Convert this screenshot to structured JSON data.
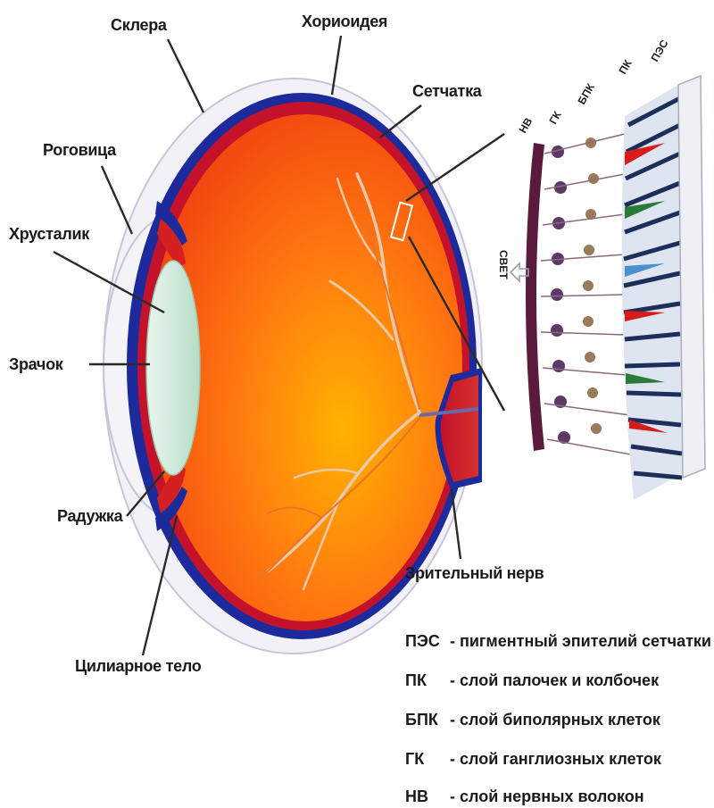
{
  "labels": {
    "sclera": "Склера",
    "choroid": "Хориоидея",
    "retina": "Сетчатка",
    "cornea": "Роговица",
    "lens": "Хрусталик",
    "pupil": "Зрачок",
    "iris": "Радужка",
    "ciliary_body": "Цилиарное тело",
    "optic_nerve": "Зрительный нерв",
    "light": "СВЕТ"
  },
  "layer_abbr": [
    "НВ",
    "ГК",
    "БПК",
    "ПК",
    "ПЭС"
  ],
  "legend": [
    {
      "abbr": "ПЭС",
      "desc": "- пигментный эпителий сетчатки"
    },
    {
      "abbr": "ПК",
      "desc": "- слой палочек и колбочек"
    },
    {
      "abbr": "БПК",
      "desc": "- слой биполярных клеток"
    },
    {
      "abbr": "ГК",
      "desc": "- слой ганглиозных клеток"
    },
    {
      "abbr": "НВ",
      "desc": "- слой нервных волокон"
    }
  ],
  "colors": {
    "eyeball": "#ff5a10",
    "choroid": "#c4122a",
    "sclera_band": "#1c2a9c",
    "cornea": "#eeeef7",
    "lens": "#cfe9d9",
    "nerve_fiber": "#5a1a3c",
    "cone_red": "#d81b1b",
    "cone_green": "#2a7a3a",
    "cone_blue": "#4a8fd0",
    "rod_band": "#1c2f5a"
  }
}
